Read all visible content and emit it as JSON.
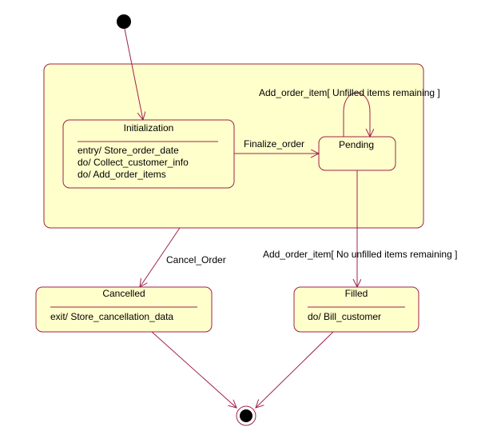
{
  "colors": {
    "state_fill": "#ffffcc",
    "border": "#a0204a",
    "line": "#a0204a",
    "text": "#000000"
  },
  "states": {
    "initialization": {
      "name": "Initialization",
      "activities": [
        "entry/ Store_order_date",
        "do/ Collect_customer_info",
        "do/ Add_order_items"
      ]
    },
    "pending": {
      "name": "Pending"
    },
    "cancelled": {
      "name": "Cancelled",
      "activities": [
        "exit/ Store_cancellation_data"
      ]
    },
    "filled": {
      "name": "Filled",
      "activities": [
        "do/ Bill_customer"
      ]
    }
  },
  "transitions": {
    "finalize": "Finalize_order",
    "add_item_loop": "Add_order_item[ Unfilled items remaining ]",
    "add_item_complete": "Add_order_item[ No unfilled items remaining ]",
    "cancel": "Cancel_Order"
  }
}
